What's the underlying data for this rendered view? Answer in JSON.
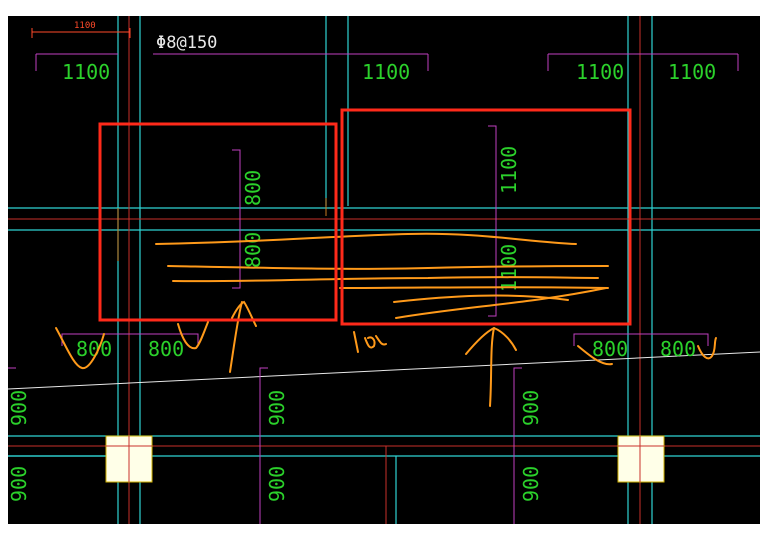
{
  "colors": {
    "background": "#000000",
    "grid_cyan": "#2fd3d3",
    "grid_red": "#c8302a",
    "dimension_magenta": "#c040c0",
    "dimension_text": "#2bd12b",
    "highlight_red": "#ff2a1a",
    "pen_orange": "#ff9a1a"
  },
  "labels": {
    "top_small_dim": "1100",
    "rebar_spec": "Φ8@150",
    "top_dim_1": "1100",
    "top_dim_2": "1100",
    "top_dim_3": "1100",
    "top_dim_4": "1100",
    "vert_dim_left_top": "800",
    "vert_dim_left_mid": "800",
    "vert_dim_right_top": "1100",
    "vert_dim_right_mid": "1100",
    "mid_dim_left_1": "800",
    "mid_dim_left_2": "800",
    "mid_dim_right_1": "800",
    "mid_dim_right_2": "800",
    "lower_dim_1": "900",
    "lower_dim_2": "900",
    "lower_dim_3": "900",
    "lower_dim_4": "900",
    "lower_dim_5": "900",
    "lower_dim_6": "900"
  },
  "icons": {
    "left_column_marker": "column-marker-icon",
    "right_column_marker": "column-marker-icon"
  }
}
